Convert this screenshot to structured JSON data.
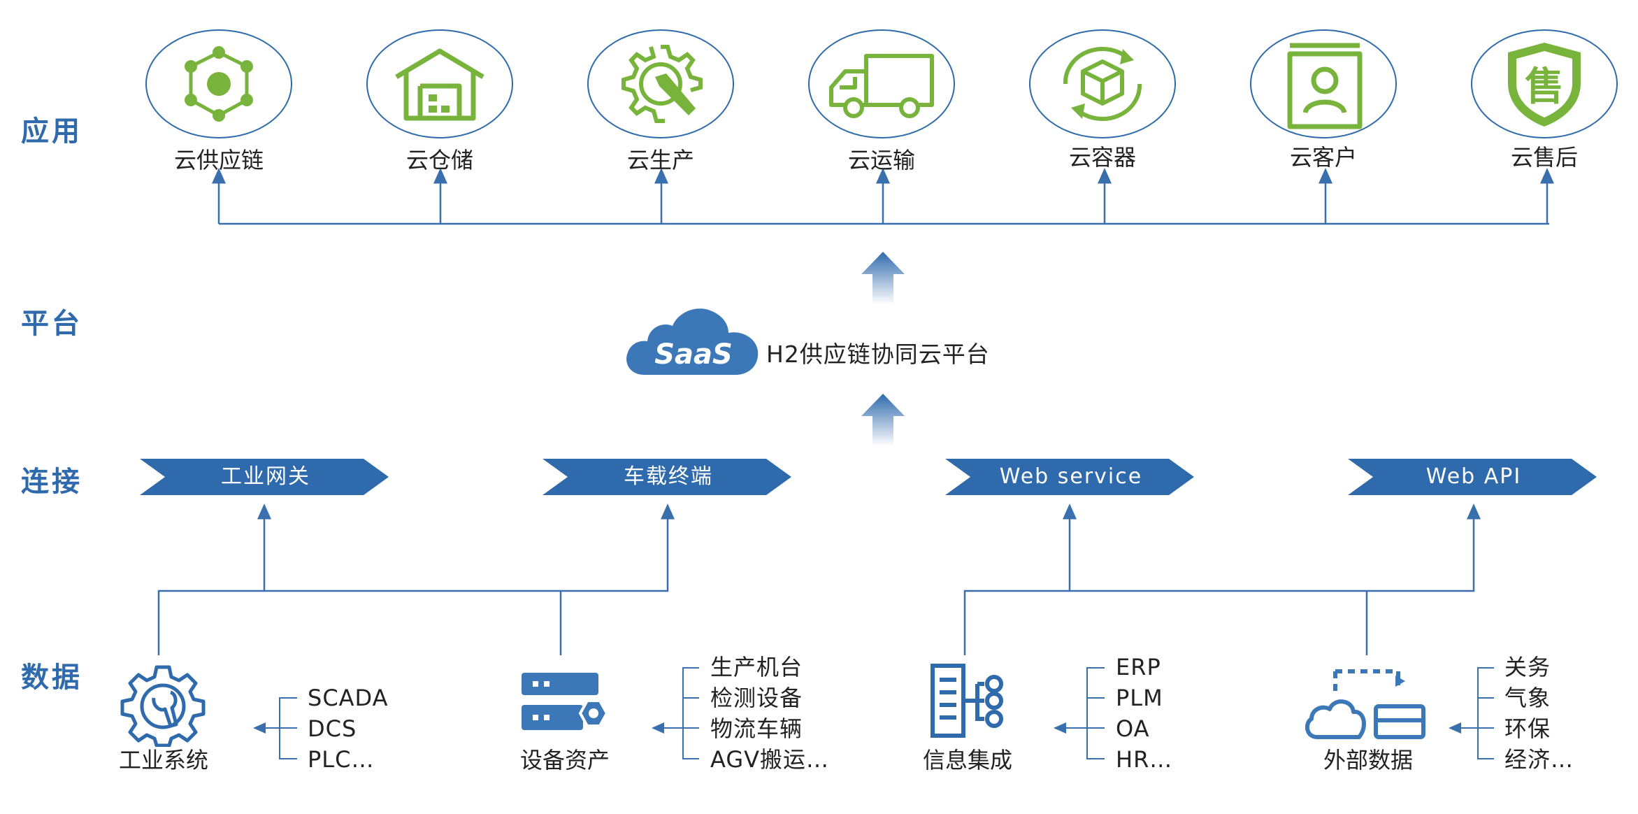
{
  "layers": {
    "app": "应用",
    "platform": "平台",
    "connect": "连接",
    "data": "数据"
  },
  "apps": [
    {
      "label": "云供应链",
      "icon": "network-nodes-icon"
    },
    {
      "label": "云仓储",
      "icon": "warehouse-icon"
    },
    {
      "label": "云生产",
      "icon": "gear-wrench-icon"
    },
    {
      "label": "云运输",
      "icon": "truck-icon"
    },
    {
      "label": "云容器",
      "icon": "container-cube-icon"
    },
    {
      "label": "云客户",
      "icon": "customer-card-icon"
    },
    {
      "label": "云售后",
      "icon": "after-sale-shield-icon"
    }
  ],
  "platform": {
    "badge": "SaaS",
    "title": "H2供应链协同云平台"
  },
  "connections": [
    {
      "label": "工业网关"
    },
    {
      "label": "车载终端"
    },
    {
      "label": "Web service"
    },
    {
      "label": "Web API"
    }
  ],
  "sources": [
    {
      "label": "工业系统",
      "icon": "gear-wrench-icon",
      "items": [
        "SCADA",
        "DCS",
        "PLC…"
      ]
    },
    {
      "label": "设备资产",
      "icon": "server-asset-icon",
      "items": [
        "生产机台",
        "检测设备",
        "物流车辆",
        "AGV搬运…"
      ]
    },
    {
      "label": "信息集成",
      "icon": "integration-server-icon",
      "items": [
        "ERP",
        "PLM",
        "OA",
        "HR…"
      ]
    },
    {
      "label": "外部数据",
      "icon": "cloud-data-icon",
      "items": [
        "关务",
        "气象",
        "环保",
        "经济…"
      ]
    }
  ],
  "colors": {
    "primary_blue": "#2e6aac",
    "icon_green": "#78b43c",
    "line_blue": "#3a6fae"
  }
}
